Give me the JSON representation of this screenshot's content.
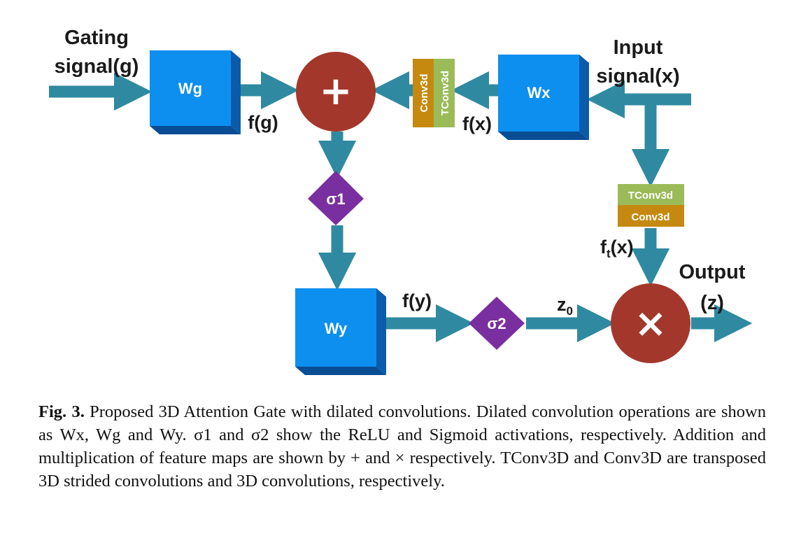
{
  "diagram": {
    "gating_label": [
      "Gating",
      "signal(g)"
    ],
    "input_label": [
      "Input",
      "signal(x)"
    ],
    "output_label": [
      "Output",
      "(z)"
    ],
    "wg": "Wg",
    "wx": "Wx",
    "wy": "Wy",
    "plus": "+",
    "times": "×",
    "sigma1": "σ1",
    "sigma2": "σ2",
    "fg": "f(g)",
    "fx": "f(x)",
    "fy": "f(y)",
    "ft_x": {
      "f": "f",
      "sub": "t",
      "rest": "(x)"
    },
    "z0": {
      "z": "z",
      "sub": "0"
    },
    "conv3d": "Conv3d",
    "tconv3d": "TConv3d",
    "colors": {
      "arrow": "#2f8aa1",
      "box_face": "#0d8ff0",
      "box_side": "#0a5bab",
      "circle": "#a4372b",
      "diamond": "#7a2fa0",
      "conv_bar": "#c5890f",
      "tconv_bar": "#9bbb59"
    }
  },
  "caption": {
    "fig_label": "Fig. 3.",
    "text": "Proposed 3D Attention Gate with dilated convolutions. Dilated convolution operations are shown as Wx, Wg and Wy. σ1 and σ2 show the ReLU and Sigmoid activations, respectively. Addition and multiplication of feature maps are shown by + and × respectively. TConv3D and Conv3D are transposed 3D strided convolutions and 3D convolutions, respectively."
  }
}
